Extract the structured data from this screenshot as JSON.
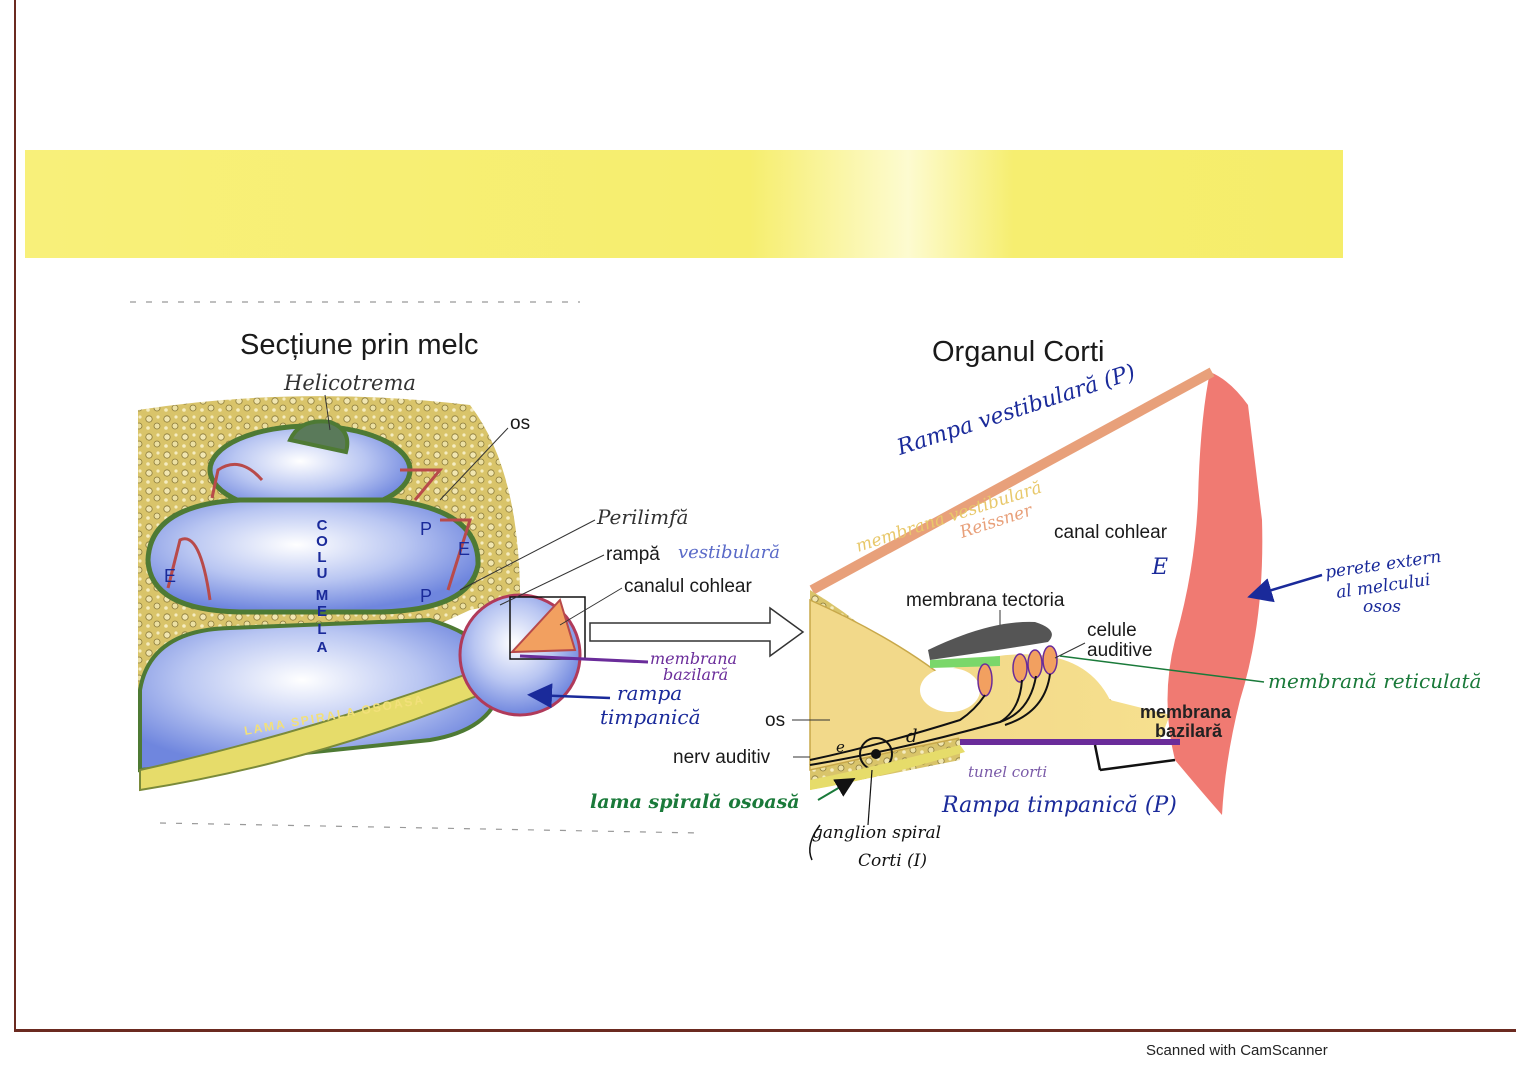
{
  "page": {
    "footer": "Scanned with CamScanner"
  },
  "left_diagram": {
    "title": "Secțiune prin melc",
    "labels": {
      "helicotrema": "Helicotrema",
      "os": "os",
      "perilimfa": "Perilimfă",
      "rampa": "rampă",
      "vestibulara": "vestibulară",
      "canalul_cohlear": "canalul cohlear",
      "membrana": "membrana",
      "bazilara": "bazilară",
      "rampa_hand": "rampa",
      "timpanica": "timpanică",
      "columela": [
        "C",
        "O",
        "L",
        "U",
        "M",
        "E",
        "L",
        "A"
      ],
      "lama": "LAMA SPIRALA OSOASA",
      "p": "P",
      "e": "E"
    }
  },
  "right_diagram": {
    "title": "Organul Corti",
    "labels": {
      "rampa_vestibulara": "Rampa vestibulară (P)",
      "membrana_vestibulara": "membrana vestibulară",
      "reissner": "Reissner",
      "canal_cohlear": "canal cohlear",
      "e": "E",
      "perete1": "perete extern",
      "perete2": "al melcului",
      "perete3": "osos",
      "membrana_tectoria": "membrana tectoria",
      "celule": "celule",
      "auditive": "auditive",
      "membrana_reticulata": "membrană reticulată",
      "membrana": "membrana",
      "bazilara": "bazilară",
      "os": "os",
      "nerv_auditiv": "nerv auditiv",
      "tunel_corti": "tunel corti",
      "lama_spirala": "lama spirală osoasă",
      "rampa_timpanica": "Rampa timpanică (P)",
      "ganglion": "ganglion spiral",
      "corti": "Corti (I)",
      "d": "d",
      "e_small": "e"
    }
  },
  "colors": {
    "highlight": "#f6ee6e",
    "bone": "#d9c46a",
    "cavity": "#8fa4e8",
    "membrane_green": "#5a8a3c",
    "red_wall": "#f07a72",
    "blue_ink": "#1a2a9a",
    "green_ink": "#1a7a3a",
    "purple": "#6a2c9a",
    "maroon": "#b03a5a"
  }
}
